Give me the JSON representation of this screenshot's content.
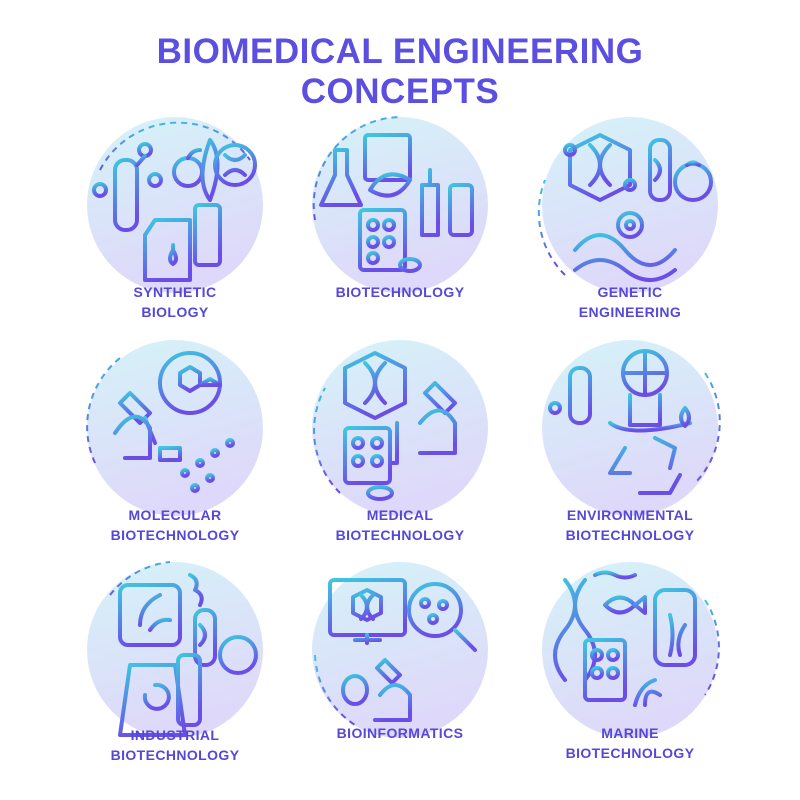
{
  "header": {
    "title_line1": "BIOMEDICAL ENGINEERING",
    "title_line2": "CONCEPTS"
  },
  "colors": {
    "gradient_top": "#3fc7e0",
    "gradient_bottom": "#6a4ee6",
    "text": "#5548d9",
    "title": "#5a4fe0"
  },
  "concepts": [
    {
      "line1": "SYNTHETIC",
      "line2": "BIOLOGY",
      "icon": "synthetic-biology-icon"
    },
    {
      "line1": "BIOTECHNOLOGY",
      "line2": "",
      "icon": "biotechnology-icon"
    },
    {
      "line1": "GENETIC",
      "line2": "ENGINEERING",
      "icon": "genetic-engineering-icon"
    },
    {
      "line1": "MOLECULAR",
      "line2": "BIOTECHNOLOGY",
      "icon": "molecular-biotechnology-icon"
    },
    {
      "line1": "MEDICAL",
      "line2": "BIOTECHNOLOGY",
      "icon": "medical-biotechnology-icon"
    },
    {
      "line1": "ENVIRONMENTAL",
      "line2": "BIOTECHNOLOGY",
      "icon": "environmental-biotechnology-icon"
    },
    {
      "line1": "INDUSTRIAL",
      "line2": "BIOTECHNOLOGY",
      "icon": "industrial-biotechnology-icon"
    },
    {
      "line1": "BIOINFORMATICS",
      "line2": "",
      "icon": "bioinformatics-icon"
    },
    {
      "line1": "MARINE",
      "line2": "BIOTECHNOLOGY",
      "icon": "marine-biotechnology-icon"
    }
  ]
}
